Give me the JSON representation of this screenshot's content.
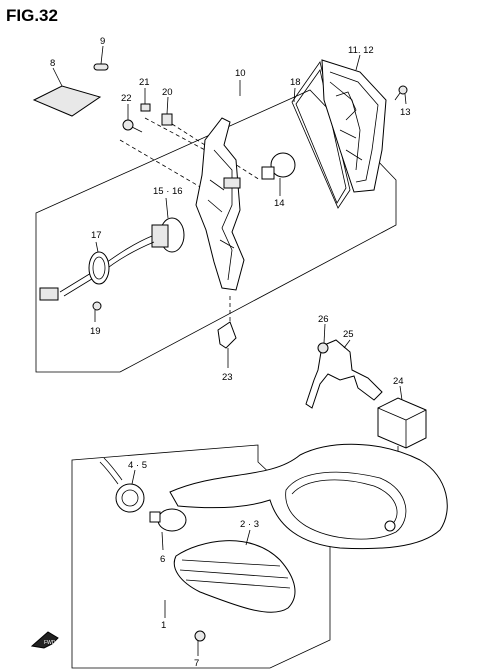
{
  "title": "FIG.32",
  "labels": {
    "p1": "1",
    "p2_3": "2 · 3",
    "p4_5": "4 · 5",
    "p6": "6",
    "p7": "7",
    "p8": "8",
    "p9": "9",
    "p10": "10",
    "p11_12": "11. 12",
    "p13": "13",
    "p14": "14",
    "p15_16": "15 · 16",
    "p17": "17",
    "p18": "18",
    "p19": "19",
    "p20": "20",
    "p21": "21",
    "p22": "22",
    "p23": "23",
    "p24": "24",
    "p25": "25",
    "p26": "26"
  },
  "front_marker": "FWD"
}
